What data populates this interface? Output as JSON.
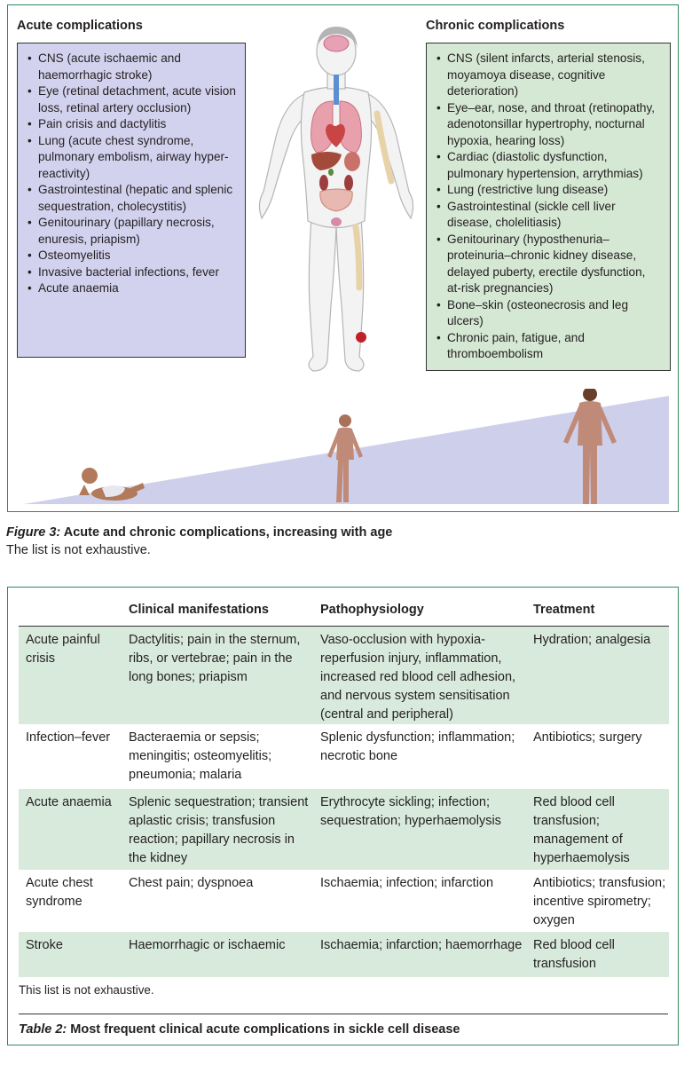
{
  "figure": {
    "acute_heading": "Acute complications",
    "chronic_heading": "Chronic complications",
    "acute_items": [
      "CNS (acute ischaemic and haemorrhagic stroke)",
      "Eye (retinal detachment, acute vision loss, retinal artery occlusion)",
      "Pain crisis and dactylitis",
      "Lung (acute chest syndrome, pulmonary embolism, airway hyper-reactivity)",
      "Gastrointestinal (hepatic and splenic sequestration, cholecystitis)",
      "Genitourinary (papillary necrosis, enuresis, priapism)",
      "Osteomyelitis",
      "Invasive bacterial infections, fever",
      "Acute anaemia"
    ],
    "chronic_items": [
      "CNS (silent infarcts, arterial stenosis, moyamoya disease, cognitive deterioration)",
      "Eye–ear, nose, and throat (retinopathy, adenotonsillar hypertrophy, nocturnal hypoxia, hearing loss)",
      "Cardiac (diastolic dysfunction, pulmonary hypertension, arrythmias)",
      "Lung (restrictive lung disease)",
      "Gastrointestinal (sickle cell liver disease, cholelitiasis)",
      "Genitourinary (hyposthenuria–proteinuria–chronic kidney disease, delayed puberty, erectile dysfunction, at-risk pregnancies)",
      "Bone–skin (osteonecrosis and leg ulcers)",
      "Chronic pain, fatigue, and thromboembolism"
    ],
    "caption_label": "Figure 3:",
    "caption_title": "Acute and chronic complications, increasing with age",
    "caption_note": "The list is not exhaustive.",
    "colors": {
      "acute_box": "#d3d2ee",
      "chronic_box": "#d5e8d4",
      "frame": "#2f8a5b",
      "age_ramp": "#c9cae8"
    },
    "icons": [
      "human-body-organs-icon",
      "infant-icon",
      "child-icon",
      "adult-icon"
    ]
  },
  "table": {
    "headers": [
      "",
      "Clinical manifestations",
      "Pathophysiology",
      "Treatment"
    ],
    "rows": [
      {
        "complication": "Acute painful crisis",
        "manifestations": "Dactylitis; pain in the sternum, ribs, or vertebrae; pain in the long bones; priapism",
        "pathophysiology": "Vaso-occlusion with hypoxia-reperfusion injury, inflammation, increased red blood cell adhesion, and nervous system sensitisation (central and peripheral)",
        "treatment": "Hydration; analgesia"
      },
      {
        "complication": "Infection–fever",
        "manifestations": "Bacteraemia or sepsis; meningitis; osteomyelitis; pneumonia; malaria",
        "pathophysiology": "Splenic dysfunction; inflammation; necrotic bone",
        "treatment": "Antibiotics; surgery"
      },
      {
        "complication": "Acute anaemia",
        "manifestations": "Splenic sequestration; transient aplastic crisis; transfusion reaction; papillary necrosis in the kidney",
        "pathophysiology": "Erythrocyte sickling; infection; sequestration; hyperhaemolysis",
        "treatment": "Red blood cell transfusion; management of hyperhaemolysis"
      },
      {
        "complication": "Acute chest syndrome",
        "manifestations": "Chest pain; dyspnoea",
        "pathophysiology": "Ischaemia; infection; infarction",
        "treatment": "Antibiotics; transfusion; incentive spirometry; oxygen"
      },
      {
        "complication": "Stroke",
        "manifestations": "Haemorrhagic or ischaemic",
        "pathophysiology": "Ischaemia; infarction; haemorrhage",
        "treatment": "Red blood cell transfusion"
      }
    ],
    "note": "This list is not exhaustive.",
    "caption_label": "Table 2:",
    "caption_title": "Most frequent clinical acute complications in sickle cell disease",
    "colors": {
      "green_row": "#d8eadb",
      "white_row": "#ffffff"
    }
  }
}
